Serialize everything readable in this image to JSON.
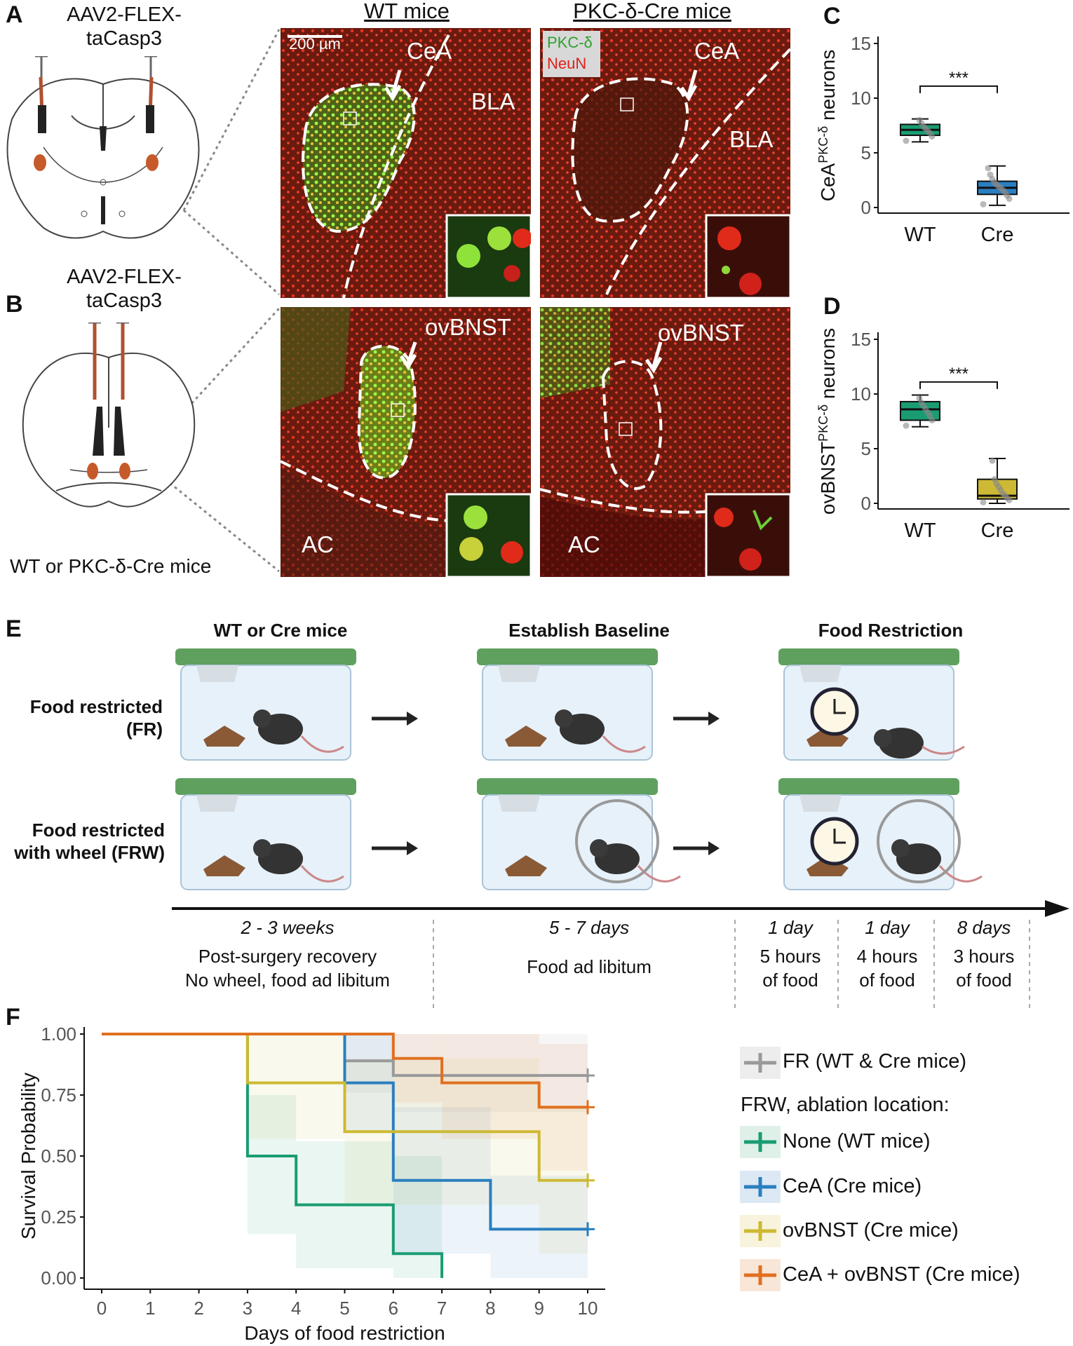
{
  "panels": {
    "a": {
      "letter": "A",
      "virus": "AAV2-FLEX-\ntaCasp3",
      "col_wt": "WT mice",
      "col_cre": "PKC-δ-Cre mice",
      "scale_bar": "200 µm",
      "legend_pkc": "PKC-δ",
      "legend_neun": "NeuN",
      "label_cea_wt": "CeA",
      "label_bla_wt": "BLA",
      "label_cea_cre": "CeA",
      "label_bla_cre": "BLA"
    },
    "b": {
      "letter": "B",
      "virus": "AAV2-FLEX-\ntaCasp3",
      "mice": "WT or PKC-δ-Cre mice",
      "label_ovbnst_wt": "ovBNST",
      "label_ac_wt": "AC",
      "label_ovbnst_cre": "ovBNST",
      "label_ac_cre": "AC"
    },
    "c": {
      "letter": "C"
    },
    "d": {
      "letter": "D"
    },
    "e": {
      "letter": "E",
      "col_heads": [
        "WT or Cre mice",
        "Establish Baseline",
        "Food Restriction"
      ],
      "row_fr": "Food restricted\n(FR)",
      "row_frw": "Food restricted\nwith wheel (FRW)",
      "timeline": [
        {
          "period": "2 - 3 weeks",
          "desc": "Post-surgery recovery\nNo wheel, food ad libitum"
        },
        {
          "period": "5 - 7 days",
          "desc": "Food ad libitum"
        },
        {
          "period": "1 day",
          "desc": "5 hours\nof food"
        },
        {
          "period": "1 day",
          "desc": "4 hours\nof food"
        },
        {
          "period": "8 days",
          "desc": "3 hours\nof food"
        }
      ]
    },
    "f": {
      "letter": "F",
      "legend_fr": "FR (WT & Cre mice)",
      "legend_frw_title": "FRW, ablation location:",
      "legend_items": [
        "None (WT mice)",
        "CeA (Cre mice)",
        "ovBNST (Cre mice)",
        "CeA + ovBNST (Cre mice)"
      ]
    }
  },
  "chart_data": [
    {
      "type": "box",
      "panel": "C",
      "ylabel": "CeA",
      "ylabel_sup": "PKC-δ",
      "ylabel_suffix": " neurons",
      "categories": [
        "WT",
        "Cre"
      ],
      "ylim": [
        0,
        15
      ],
      "yticks": [
        0,
        5,
        10,
        15
      ],
      "boxes": [
        {
          "name": "WT",
          "min": 6.0,
          "q1": 6.6,
          "median": 7.1,
          "q3": 7.6,
          "max": 8.1,
          "color": "#1a9c73",
          "points": [
            6.1,
            6.5,
            6.8,
            7.0,
            7.2,
            7.4,
            7.7,
            8.0
          ]
        },
        {
          "name": "Cre",
          "min": 0.2,
          "q1": 1.2,
          "median": 1.8,
          "q3": 2.4,
          "max": 3.8,
          "color": "#2a7fc0",
          "points": [
            0.3,
            0.8,
            1.1,
            1.4,
            1.6,
            1.8,
            1.9,
            2.1,
            2.3,
            2.6,
            3.0,
            3.6
          ]
        }
      ],
      "significance": "***"
    },
    {
      "type": "box",
      "panel": "D",
      "ylabel": "ovBNST",
      "ylabel_sup": "PKC-δ",
      "ylabel_suffix": " neurons",
      "categories": [
        "WT",
        "Cre"
      ],
      "ylim": [
        0,
        15
      ],
      "yticks": [
        0,
        5,
        10,
        15
      ],
      "boxes": [
        {
          "name": "WT",
          "min": 7.0,
          "q1": 7.6,
          "median": 8.6,
          "q3": 9.3,
          "max": 9.9,
          "color": "#1a9c73",
          "points": [
            7.1,
            7.6,
            8.0,
            8.3,
            8.6,
            8.9,
            9.2,
            9.6
          ]
        },
        {
          "name": "Cre",
          "min": 0.0,
          "q1": 0.4,
          "median": 0.7,
          "q3": 2.2,
          "max": 4.1,
          "color": "#cdb933",
          "points": [
            0.1,
            0.3,
            0.5,
            0.7,
            0.9,
            1.2,
            1.5,
            1.8,
            2.2,
            3.9
          ]
        }
      ],
      "significance": "***"
    },
    {
      "type": "line",
      "panel": "F",
      "xlabel": "Days of food restriction",
      "ylabel": "Survival Probability",
      "xlim": [
        0,
        10
      ],
      "ylim": [
        0,
        1
      ],
      "xticks": [
        0,
        1,
        2,
        3,
        4,
        5,
        6,
        7,
        8,
        9,
        10
      ],
      "yticks": [
        "0.00",
        "0.25",
        "0.50",
        "0.75",
        "1.00"
      ],
      "series": [
        {
          "name": "FR (WT & Cre mice)",
          "color": "#999999",
          "steps": [
            [
              0,
              1.0
            ],
            [
              5,
              0.89
            ],
            [
              6,
              0.83
            ],
            [
              10,
              0.83
            ]
          ],
          "censor_end": true,
          "ci": [
            [
              0,
              1.0,
              1.0
            ],
            [
              5,
              0.76,
              1.0
            ],
            [
              6,
              0.68,
              1.0
            ],
            [
              10,
              0.68,
              1.0
            ]
          ]
        },
        {
          "name": "None (WT mice)",
          "color": "#1a9c73",
          "steps": [
            [
              0,
              1.0
            ],
            [
              3,
              0.5
            ],
            [
              4,
              0.3
            ],
            [
              6,
              0.1
            ],
            [
              7,
              0.0
            ]
          ],
          "censor_end": false,
          "ci": [
            [
              3,
              0.18,
              0.75
            ],
            [
              4,
              0.04,
              0.56
            ],
            [
              6,
              0.0,
              0.5
            ],
            [
              7,
              0.0,
              0.0
            ]
          ]
        },
        {
          "name": "CeA (Cre mice)",
          "color": "#2a7fc0",
          "steps": [
            [
              0,
              1.0
            ],
            [
              5,
              0.8
            ],
            [
              6,
              0.4
            ],
            [
              8,
              0.2
            ],
            [
              10,
              0.2
            ]
          ],
          "censor_end": true,
          "ci": [
            [
              5,
              0.6,
              1.0
            ],
            [
              6,
              0.1,
              0.7
            ],
            [
              8,
              0.0,
              0.42
            ],
            [
              10,
              0.0,
              0.42
            ]
          ]
        },
        {
          "name": "ovBNST (Cre mice)",
          "color": "#cdb933",
          "steps": [
            [
              0,
              1.0
            ],
            [
              3,
              0.8
            ],
            [
              5,
              0.6
            ],
            [
              9,
              0.4
            ],
            [
              10,
              0.4
            ]
          ],
          "censor_end": true,
          "ci": [
            [
              3,
              0.57,
              1.0
            ],
            [
              5,
              0.3,
              0.9
            ],
            [
              9,
              0.1,
              0.7
            ],
            [
              10,
              0.1,
              0.7
            ]
          ]
        },
        {
          "name": "CeA + ovBNST (Cre mice)",
          "color": "#e07020",
          "steps": [
            [
              0,
              1.0
            ],
            [
              6,
              0.9
            ],
            [
              7,
              0.8
            ],
            [
              9,
              0.7
            ],
            [
              10,
              0.7
            ]
          ],
          "censor_end": true,
          "ci": [
            [
              6,
              0.72,
              1.0
            ],
            [
              7,
              0.57,
              1.0
            ],
            [
              9,
              0.44,
              0.96
            ],
            [
              10,
              0.44,
              0.96
            ]
          ]
        }
      ]
    }
  ]
}
